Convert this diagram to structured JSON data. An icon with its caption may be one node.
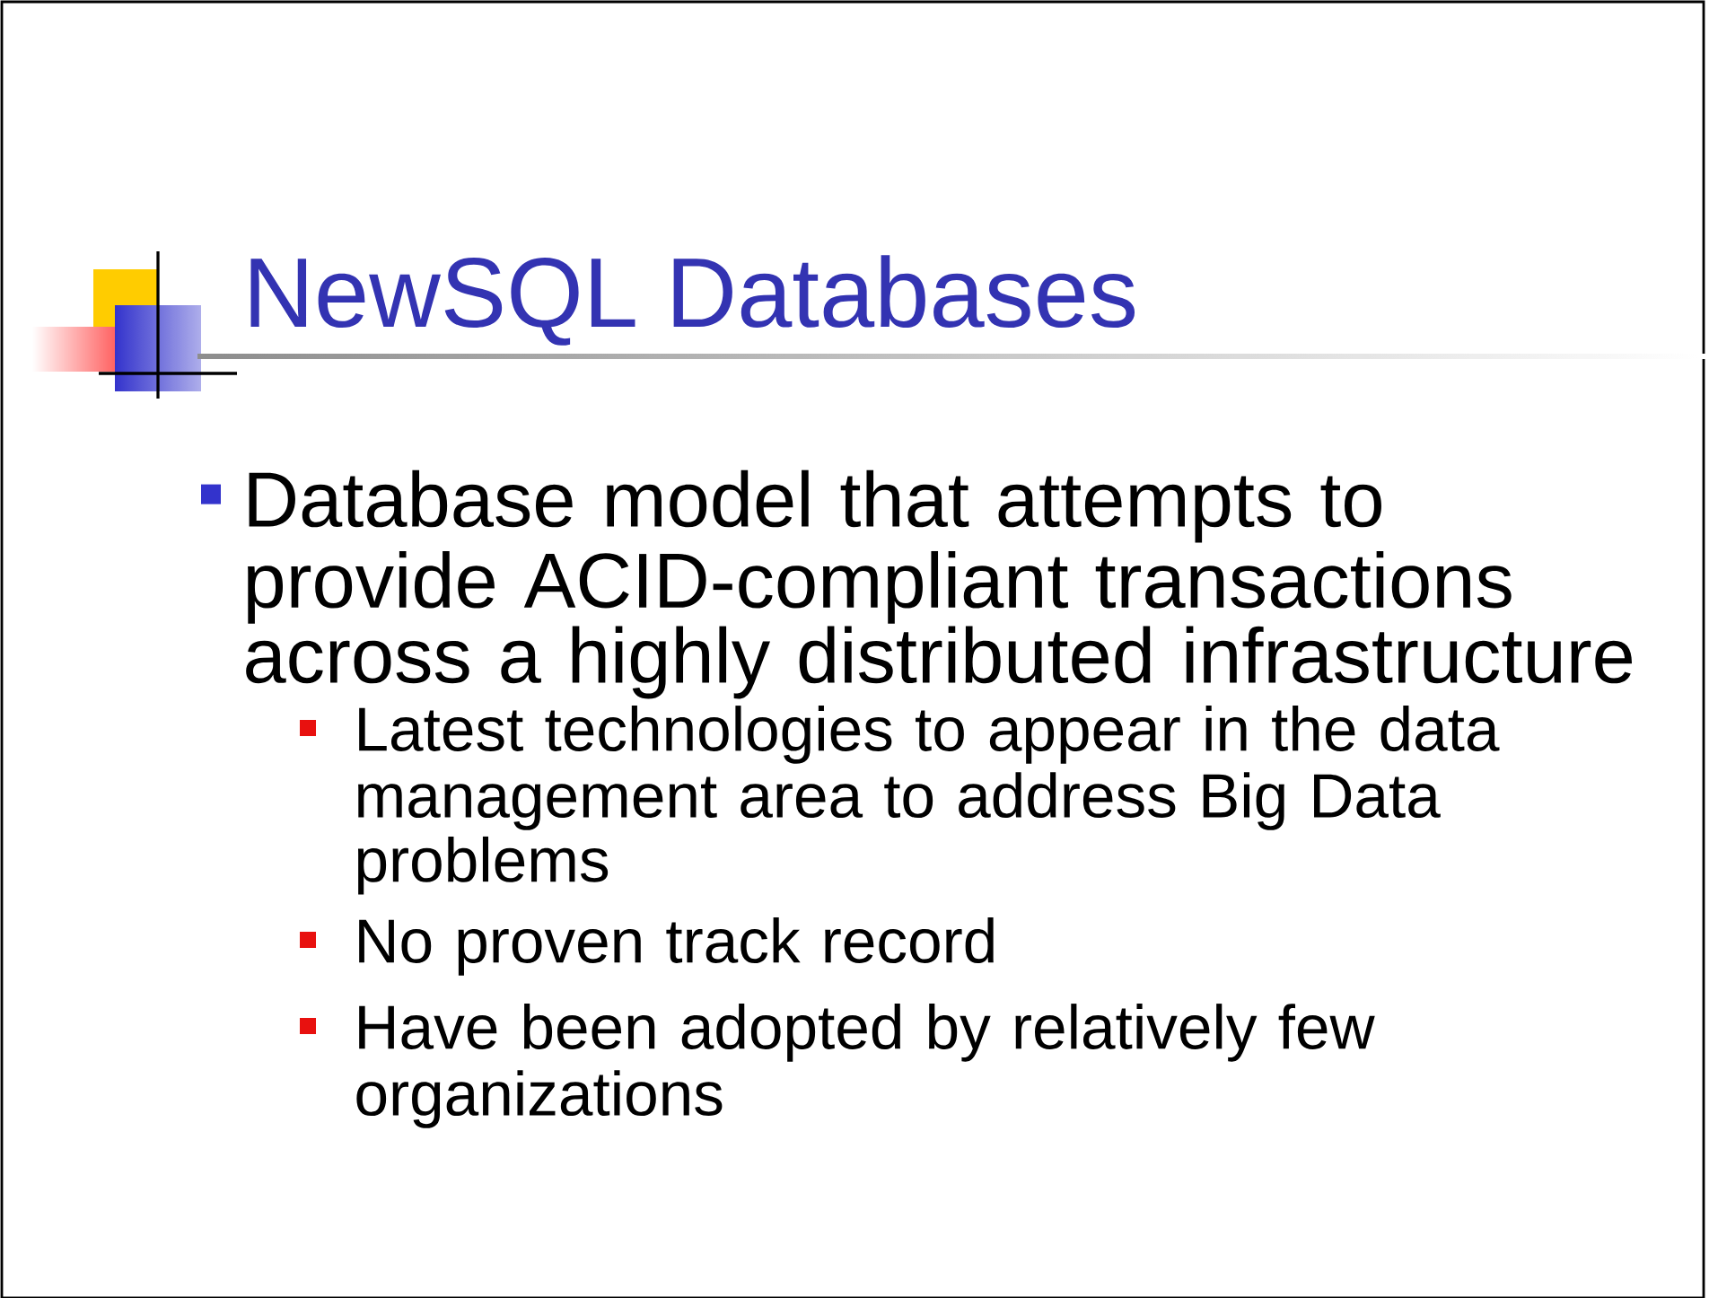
{
  "diagram": {
    "title": "NewSQL Databases",
    "labels": [
      "Database model that attempts to provide ACID-compliant transactions across a highly distributed infrastructure",
      "Latest technologies to appear in the data management area to address Big Data problems",
      "No proven track record",
      "Have been adopted by relatively few organizations"
    ]
  }
}
